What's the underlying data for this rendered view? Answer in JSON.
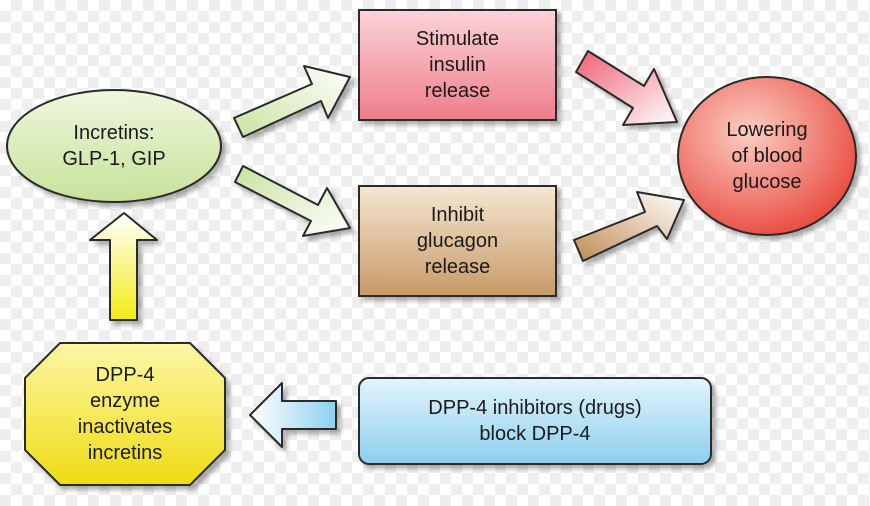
{
  "nodes": {
    "incretins": {
      "label": "Incretins:\nGLP-1, GIP",
      "fill": "#d6ecb4"
    },
    "stimulate_insulin": {
      "label": "Stimulate\ninsulin\nrelease",
      "fill": "#f49aa6"
    },
    "inhibit_glucagon": {
      "label": "Inhibit\nglucagon\nrelease",
      "fill": "#d7b48a"
    },
    "lowering_glucose": {
      "label": "Lowering\nof blood\nglucose",
      "fill": "#ef6a5e"
    },
    "dpp4_enzyme": {
      "label": "DPP-4\nenzyme\ninactivates\nincretins",
      "fill": "#f6ea3a"
    },
    "dpp4_inhibitors": {
      "label": "DPP-4 inhibitors (drugs)\nblock DPP-4",
      "fill": "#a8dcf4"
    }
  },
  "colors": {
    "outline": "#2b2b2b",
    "arrow_green": "#e4f0cc",
    "arrow_red": "#f48c9a",
    "arrow_brown": "#d5ae84",
    "arrow_yellow": "#f6f06a",
    "arrow_blue": "#b8e2f6"
  }
}
